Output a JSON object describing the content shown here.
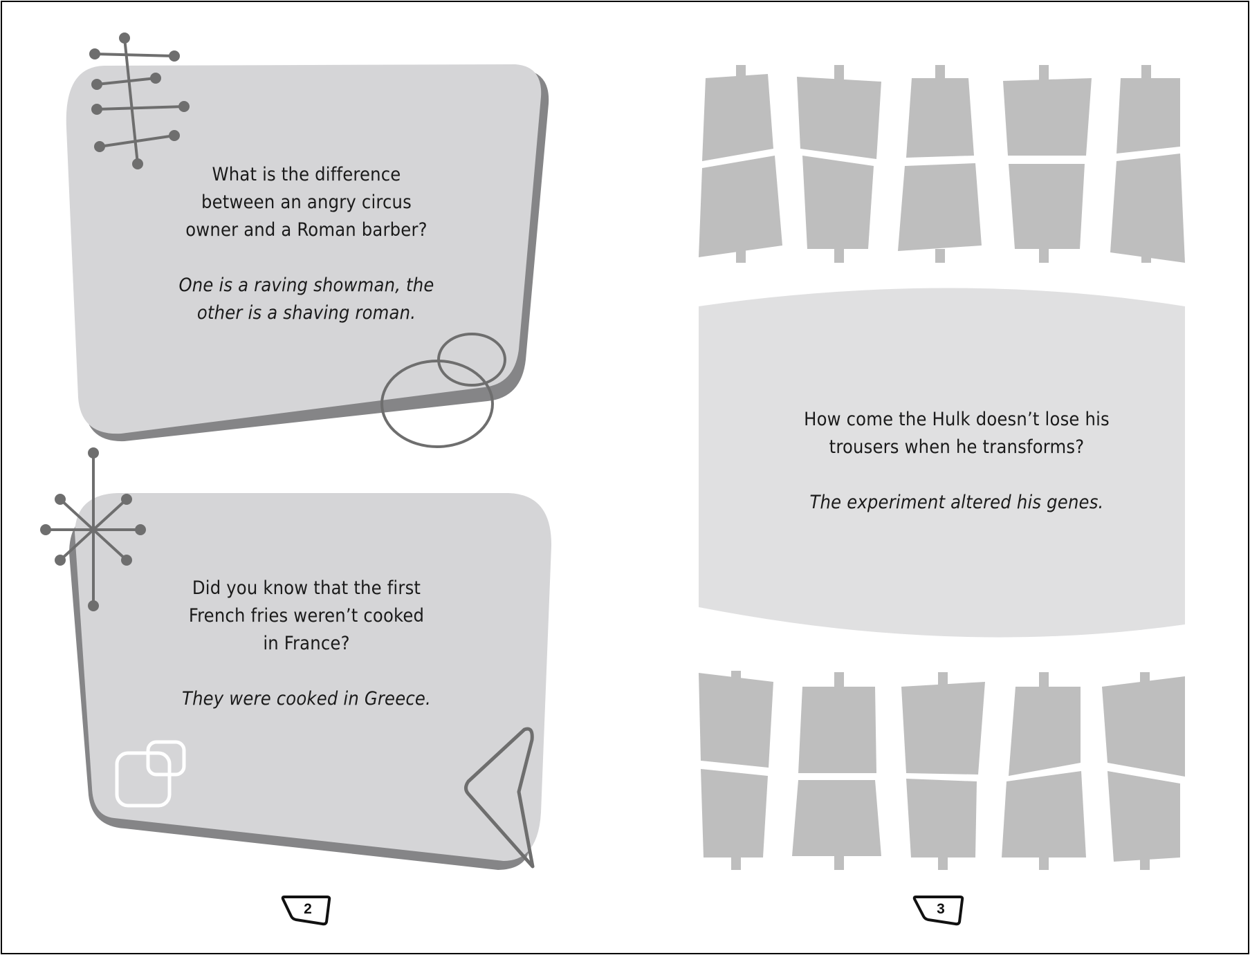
{
  "pages": [
    {
      "number": "2",
      "jokes": [
        {
          "question": "What is the difference\nbetween an angry circus\nowner and a Roman barber?",
          "answer": "One is a raving showman, the\nother is a shaving roman."
        },
        {
          "question": "Did you know that the first\nFrench fries weren’t cooked\nin France?",
          "answer": "They were cooked in Greece."
        }
      ]
    },
    {
      "number": "3",
      "jokes": [
        {
          "question": "How come the Hulk doesn’t lose his\ntrousers when he transforms?",
          "answer": "The experiment altered his genes."
        }
      ]
    }
  ],
  "colors": {
    "card_fill": "#d5d5d7",
    "card_shadow": "#858587",
    "banner_fill": "#e0e0e1",
    "tile_fill": "#bebebe",
    "decor_stroke": "#6e6e6e"
  }
}
